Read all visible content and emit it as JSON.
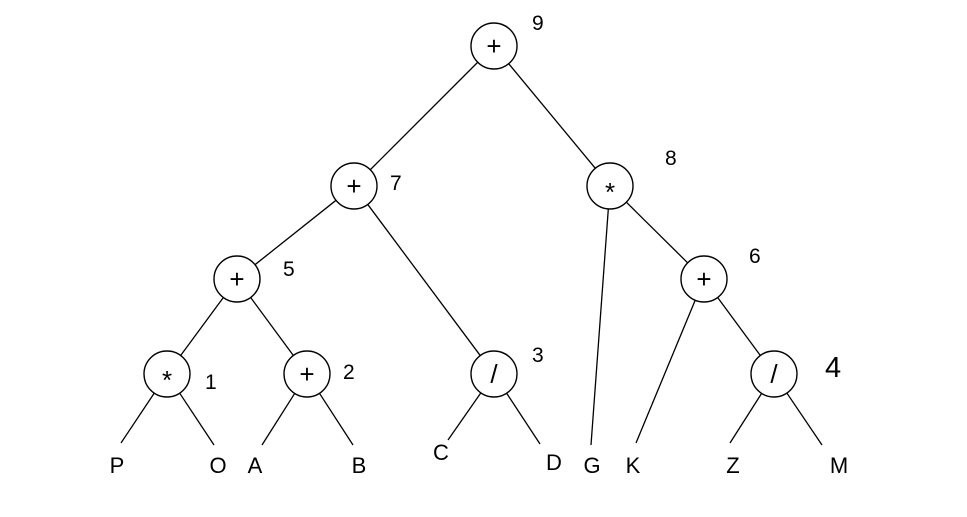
{
  "nodes": [
    {
      "id": "n9",
      "symbol": "+",
      "number": "9"
    },
    {
      "id": "n7",
      "symbol": "+",
      "number": "7"
    },
    {
      "id": "n8",
      "symbol": "*",
      "number": "8"
    },
    {
      "id": "n5",
      "symbol": "+",
      "number": "5"
    },
    {
      "id": "n3",
      "symbol": "/",
      "number": "3"
    },
    {
      "id": "n6",
      "symbol": "+",
      "number": "6"
    },
    {
      "id": "n1",
      "symbol": "*",
      "number": "1"
    },
    {
      "id": "n2",
      "symbol": "+",
      "number": "2"
    },
    {
      "id": "n4",
      "symbol": "/",
      "number": "4"
    }
  ],
  "leaves": [
    {
      "id": "P",
      "label": "P"
    },
    {
      "id": "O",
      "label": "O"
    },
    {
      "id": "A",
      "label": "A"
    },
    {
      "id": "B",
      "label": "B"
    },
    {
      "id": "C",
      "label": "C"
    },
    {
      "id": "D",
      "label": "D"
    },
    {
      "id": "G",
      "label": "G"
    },
    {
      "id": "K",
      "label": "K"
    },
    {
      "id": "Z",
      "label": "Z"
    },
    {
      "id": "M",
      "label": "M"
    }
  ],
  "edges": [
    [
      "n9",
      "n7"
    ],
    [
      "n9",
      "n8"
    ],
    [
      "n7",
      "n5"
    ],
    [
      "n7",
      "n3"
    ],
    [
      "n8",
      "G"
    ],
    [
      "n8",
      "n6"
    ],
    [
      "n5",
      "n1"
    ],
    [
      "n5",
      "n2"
    ],
    [
      "n6",
      "K"
    ],
    [
      "n6",
      "n4"
    ],
    [
      "n1",
      "P"
    ],
    [
      "n1",
      "O"
    ],
    [
      "n2",
      "A"
    ],
    [
      "n2",
      "B"
    ],
    [
      "n3",
      "C"
    ],
    [
      "n3",
      "D"
    ],
    [
      "n4",
      "Z"
    ],
    [
      "n4",
      "M"
    ]
  ]
}
